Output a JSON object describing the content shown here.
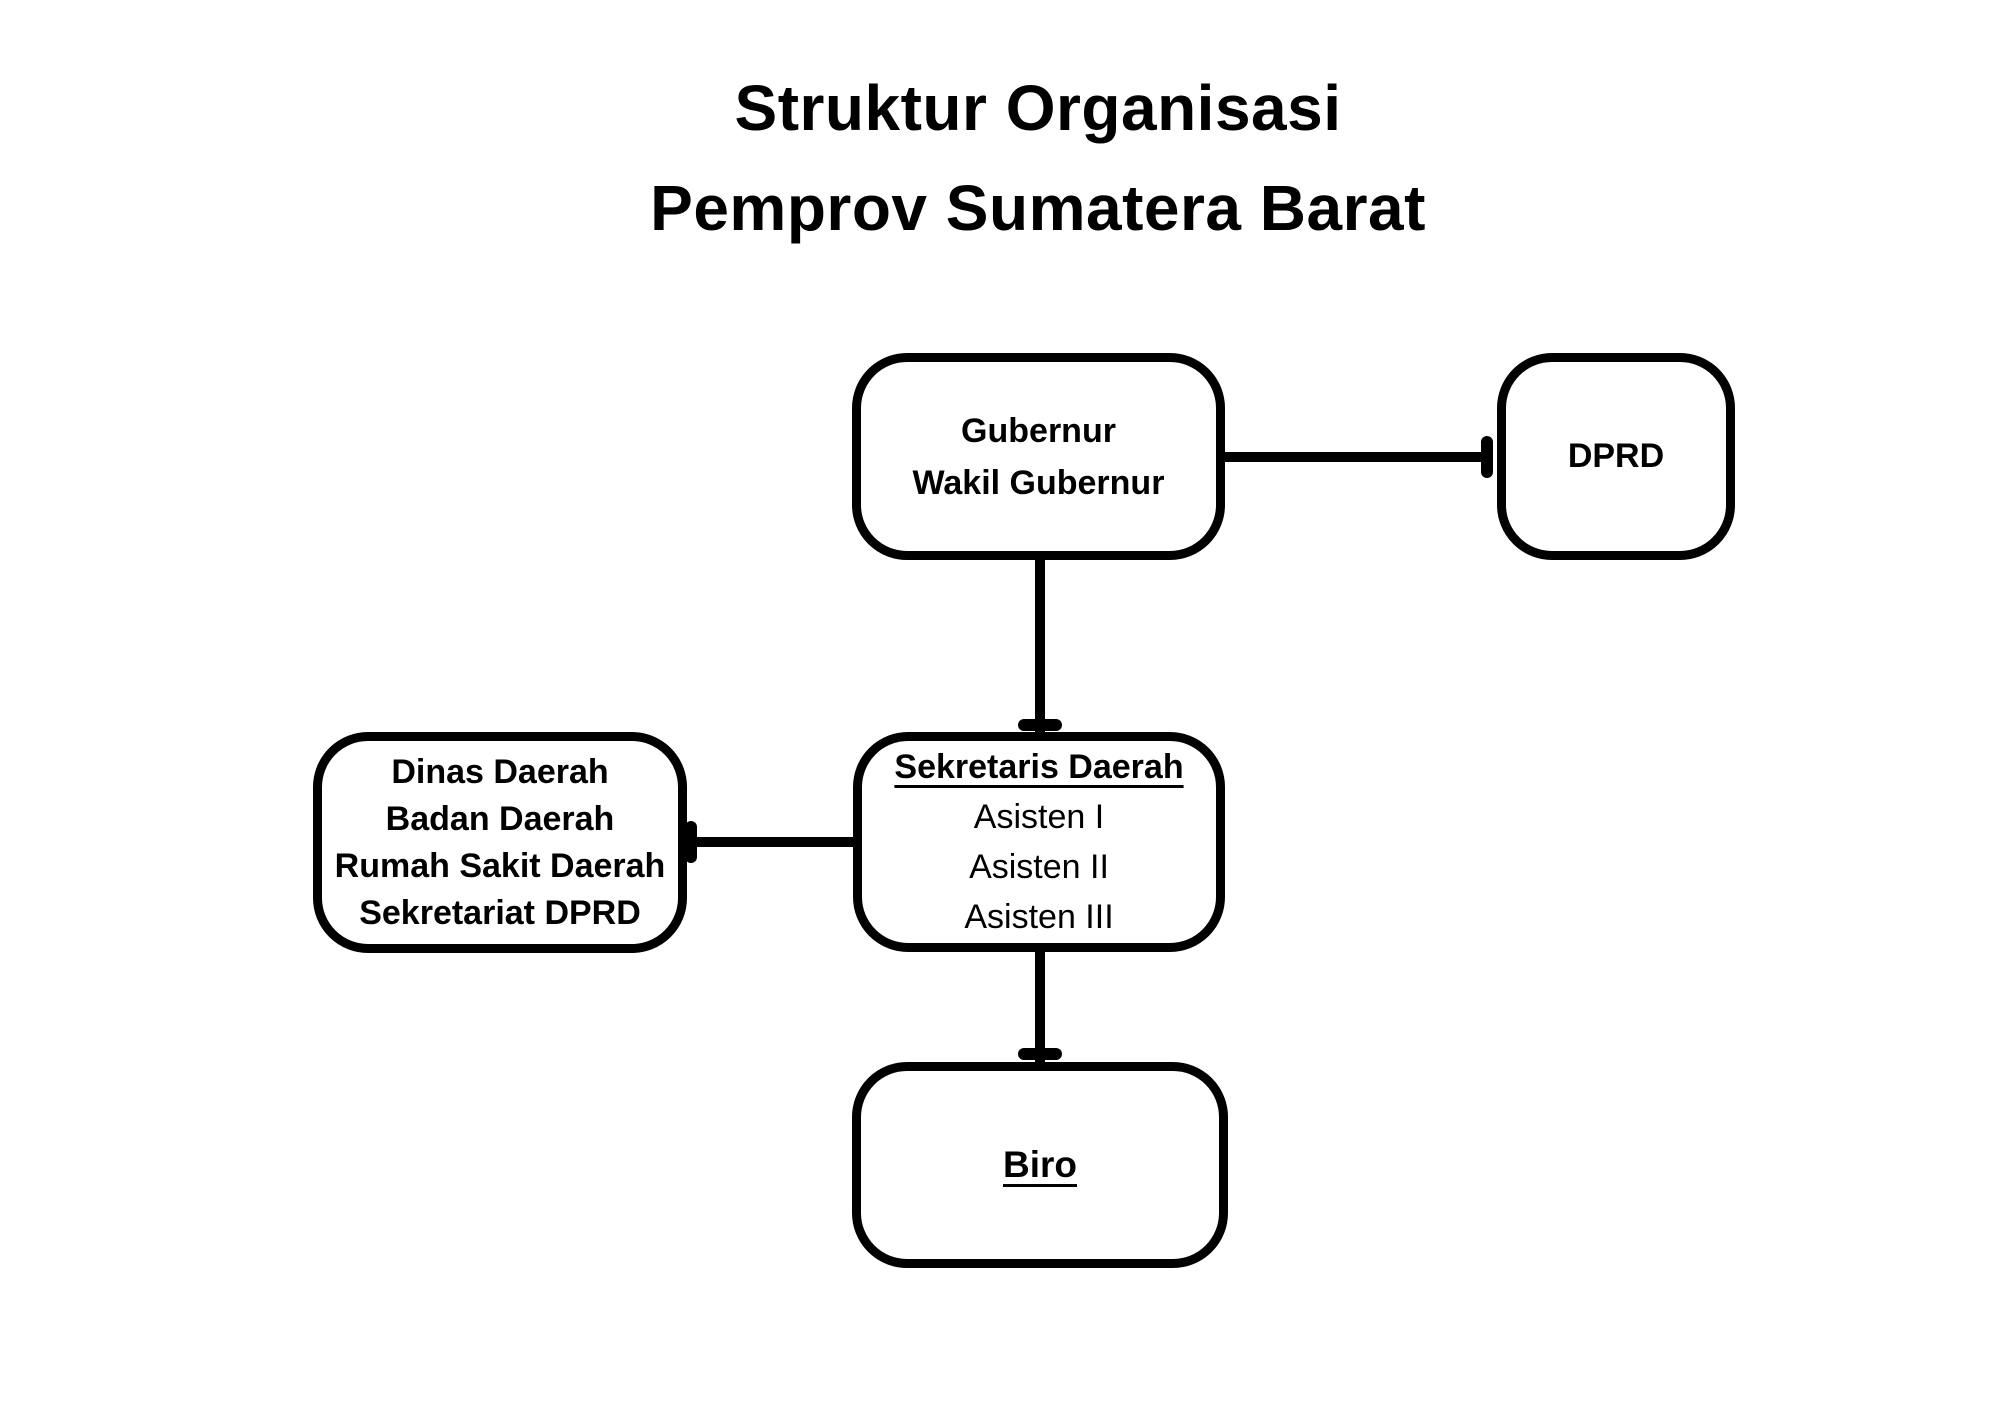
{
  "title": {
    "line1": "Struktur Organisasi",
    "line2": "Pemprov Sumatera Barat"
  },
  "colors": {
    "background": "#ffffff",
    "box_fill": "#ffffff",
    "box_border": "#000000",
    "text": "#000000",
    "connector": "#000000"
  },
  "nodes": {
    "gubernur": {
      "lines": [
        "Gubernur",
        "Wakil Gubernur"
      ]
    },
    "dprd": {
      "label": "DPRD"
    },
    "sekretaris_daerah": {
      "heading": "Sekretaris Daerah",
      "lines": [
        "Asisten I",
        "Asisten II",
        "Asisten III"
      ]
    },
    "perangkat_daerah": {
      "lines": [
        "Dinas Daerah",
        "Badan Daerah",
        "Rumah Sakit Daerah",
        "Sekretariat DPRD"
      ]
    },
    "biro": {
      "heading": "Biro"
    }
  },
  "edges": [
    {
      "from": "gubernur",
      "to": "dprd",
      "style": "thick-line-bar-terminator"
    },
    {
      "from": "gubernur",
      "to": "sekretaris_daerah",
      "style": "thick-line-bar-terminator"
    },
    {
      "from": "sekretaris_daerah",
      "to": "perangkat_daerah",
      "style": "thick-line-bar-terminator"
    },
    {
      "from": "sekretaris_daerah",
      "to": "biro",
      "style": "thick-line-bar-terminator"
    }
  ]
}
